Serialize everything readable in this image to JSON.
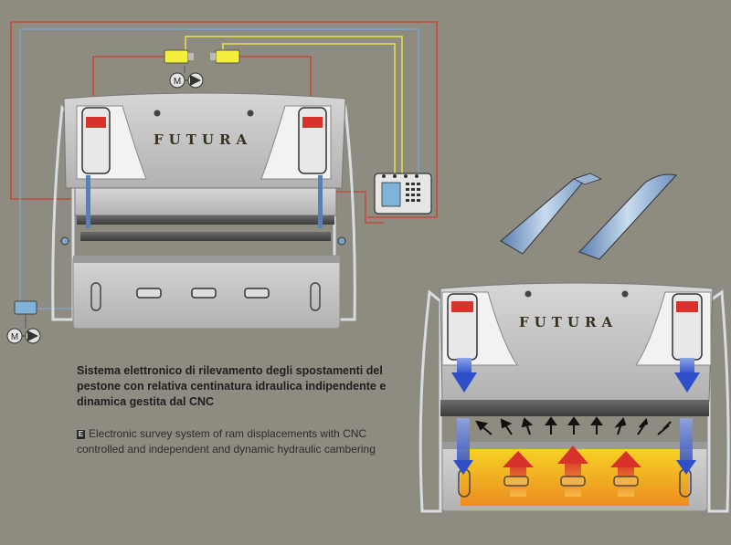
{
  "brand": {
    "name": "FUTURA"
  },
  "labels": {
    "motor_symbol": "M"
  },
  "caption": {
    "italian": "Sistema elettronico di rilevamento degli spostamenti del pestone con relativa centinatura idraulica indipendente e dinamica gestita dal CNC",
    "english_badge": "E",
    "english": "Electronic survey system of ram displacements with CNC controlled and independent and dynamic hydraulic cambering"
  },
  "colors": {
    "background": "#8e8b80",
    "wire_red": "#c24a3a",
    "wire_blue": "#7da4c8",
    "wire_yellow": "#e9e24a",
    "valve_yellow": "#f4ef3c",
    "cylinder_red": "#d8322a",
    "arrow_blue": "#2f4fc8",
    "heat_orange": "#f07a1a",
    "heat_yellow": "#f7d21c"
  }
}
